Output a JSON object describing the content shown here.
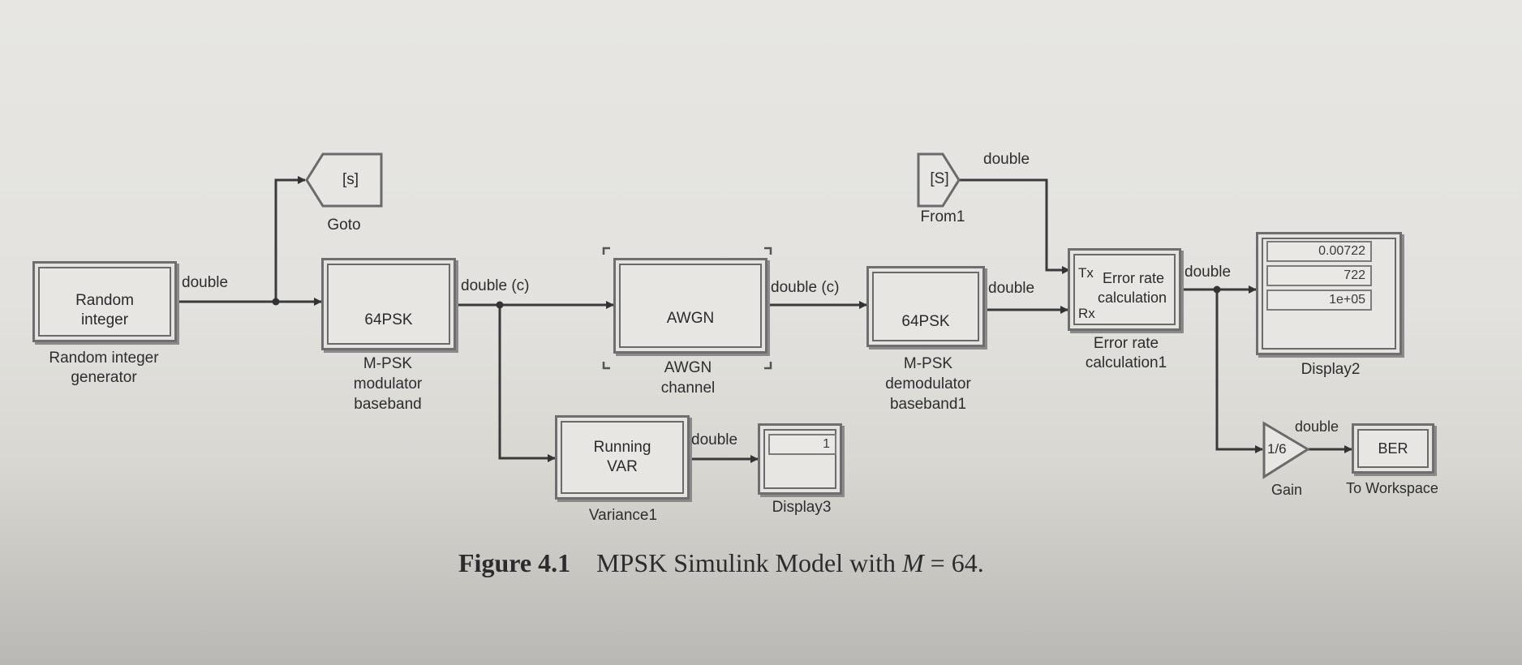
{
  "blocks": {
    "random_gen": {
      "text": "Random integer",
      "label": "Random integer generator"
    },
    "goto": {
      "tag": "[s]",
      "label": "Goto"
    },
    "modulator": {
      "text": "64PSK",
      "label_l1": "M-PSK",
      "label_l2": "modulator",
      "label_l3": "baseband"
    },
    "awgn": {
      "text": "AWGN",
      "label_l1": "AWGN",
      "label_l2": "channel"
    },
    "demodulator": {
      "text": "64PSK",
      "label_l1": "M-PSK",
      "label_l2": "demodulator",
      "label_l3": "baseband1"
    },
    "from": {
      "tag": "[S]",
      "label": "From1"
    },
    "error_rate": {
      "tx": "Tx",
      "rx": "Rx",
      "text_l1": "Error rate",
      "text_l2": "calculation",
      "label_l1": "Error rate",
      "label_l2": "calculation1"
    },
    "display2": {
      "values": [
        "0.00722",
        "722",
        "1e+05"
      ],
      "label": "Display2"
    },
    "variance": {
      "text_l1": "Running",
      "text_l2": "VAR",
      "label": "Variance1"
    },
    "display3": {
      "value": "1",
      "label": "Display3"
    },
    "gain": {
      "text": "1/6",
      "label": "Gain"
    },
    "to_workspace": {
      "text": "BER",
      "label": "To Workspace"
    }
  },
  "signals": {
    "rand_out": "double",
    "mod_out": "double (c)",
    "awgn_out": "double (c)",
    "demod_out": "double",
    "from_out": "double",
    "err_out": "double",
    "var_out": "double",
    "gain_out": "double"
  },
  "caption": {
    "figure_no": "Figure 4.1",
    "text_prefix": "MPSK Simulink Model with",
    "var": "M",
    "text_suffix": "= 64."
  }
}
